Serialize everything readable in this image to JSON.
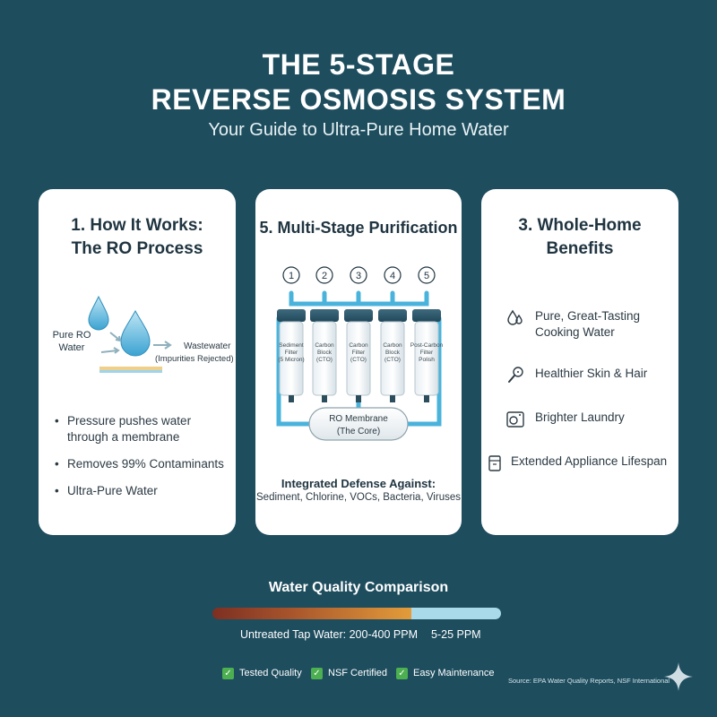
{
  "header": {
    "title_line1": "THE 5-STAGE",
    "title_line2": "REVERSE OSMOSIS SYSTEM",
    "subtitle": "Your Guide to Ultra-Pure Home Water"
  },
  "card_how": {
    "title_line1": "1. How It Works:",
    "title_line2": "The RO Process",
    "diagram": {
      "pure_label_line1": "Pure RO",
      "pure_label_line2": "Water",
      "waste_label_line1": "Wastewater",
      "waste_label_line2": "(Impurities Rejected)"
    },
    "bullets": [
      "Pressure pushes water through a membrane",
      "Removes 99% Contaminants",
      "Ultra-Pure Water"
    ]
  },
  "card_stages": {
    "title": "5. Multi-Stage Purification",
    "stages": [
      "1",
      "2",
      "3",
      "4",
      "5"
    ],
    "filter_labels": [
      [
        "Sediment",
        "Filter",
        "(5 Micron)"
      ],
      [
        "Carbon",
        "Block",
        "(CTO)"
      ],
      [
        "Carbon",
        "Filter",
        "(CTO)"
      ],
      [
        "Carbon",
        "Block",
        "(CTO)"
      ],
      [
        "Post-Carbon",
        "Filter",
        "Polish"
      ]
    ],
    "membrane_line1": "RO Membrane",
    "membrane_line2": "(The Core)",
    "defense_title": "Integrated Defense Against:",
    "defense_list": "Sediment, Chlorine, VOCs, Bacteria, Viruses"
  },
  "card_benefits": {
    "title_line1": "3. Whole-Home",
    "title_line2": "Benefits",
    "items": [
      {
        "icon": "water-drops-icon",
        "line1": "Pure, Great-Tasting",
        "line2": "Cooking Water"
      },
      {
        "icon": "hairbrush-icon",
        "line1": "Healthier Skin & Hair",
        "line2": ""
      },
      {
        "icon": "washing-machine-icon",
        "line1": "Brighter Laundry",
        "line2": ""
      },
      {
        "icon": "appliance-icon",
        "line1": "Extended Appliance Lifespan",
        "line2": ""
      }
    ]
  },
  "comparison": {
    "title": "Water Quality Comparison",
    "tap_label": "Untreated Tap Water: 200-400 PPM",
    "ro_label": "5-25 PPM",
    "tap_fraction": 0.69
  },
  "badges": [
    "Tested Quality",
    "NSF Certified",
    "Easy Maintenance"
  ],
  "source": "Source: EPA Water Quality Reports, NSF International",
  "colors": {
    "background": "#1e4d5e",
    "card": "#ffffff",
    "pipe": "#4ab3dc",
    "tap_bar_start": "#7d2f22",
    "tap_bar_end": "#e39c3a",
    "ro_bar": "#a8daea",
    "check": "#4caf50"
  }
}
